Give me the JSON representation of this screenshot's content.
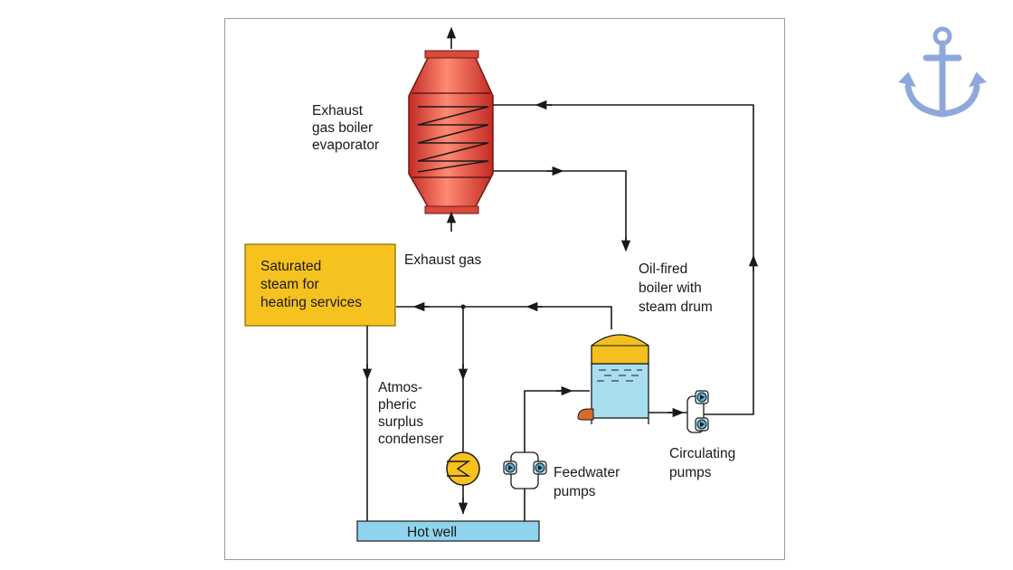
{
  "labels": {
    "evaporator": [
      "Exhaust",
      "gas boiler",
      "evaporator"
    ],
    "exhaust_gas": "Exhaust gas",
    "steam_box": [
      "Saturated",
      "steam for",
      "heating services"
    ],
    "oil_fired_boiler": [
      "Oil-fired",
      "boiler with",
      "steam drum"
    ],
    "condenser": [
      "Atmos-",
      "pheric",
      "surplus",
      "condenser"
    ],
    "feedwater_pumps": [
      "Feedwater",
      "pumps"
    ],
    "circulating_pumps": [
      "Circulating",
      "pumps"
    ],
    "hot_well": "Hot well"
  },
  "colors": {
    "evaporator_fill": "#e8453c",
    "steam_box_fill": "#f6c21f",
    "drum_dome_fill": "#f3c01f",
    "water_fill": "#a9def0",
    "hot_well_fill": "#8fd4ec",
    "condenser_fill": "#f6c21f",
    "logo": "#8fa8dc"
  },
  "icons": {
    "logo": "anchor-icon"
  }
}
